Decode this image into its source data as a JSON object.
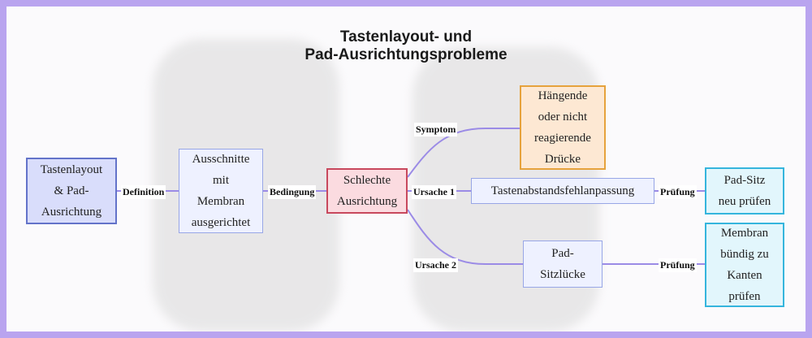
{
  "diagram": {
    "title": "Tastenlayout- und\nPad-Ausrichtungsprobleme",
    "nodes": {
      "root": "Tastenlayout\n& Pad-\nAusrichtung",
      "cutouts": "Ausschnitte\nmit\nMembran\nausgerichtet",
      "misalign": "Schlechte\nAusrichtung",
      "symptom": "Hängende\noder nicht\nreagierende\nDrücke",
      "spacing": "Tastenabstandsfehlanpassung",
      "gap": "Pad-\nSitzlücke",
      "recheck": "Pad-Sitz\nneu prüfen",
      "flush": "Membran\nbündig zu\nKanten\nprüfen"
    },
    "edges": {
      "definition": "Definition",
      "condition": "Bedingung",
      "symptom": "Symptom",
      "cause1": "Ursache 1",
      "cause2": "Ursache 2",
      "check1": "Prüfung",
      "check2": "Prüfung"
    },
    "colors": {
      "edge": "#9b8be6",
      "root_fill": "#d9ddfb",
      "misalign_fill": "#fbdbe0",
      "symptom_fill": "#fde8d3",
      "check_fill": "#e2f6fc"
    }
  }
}
